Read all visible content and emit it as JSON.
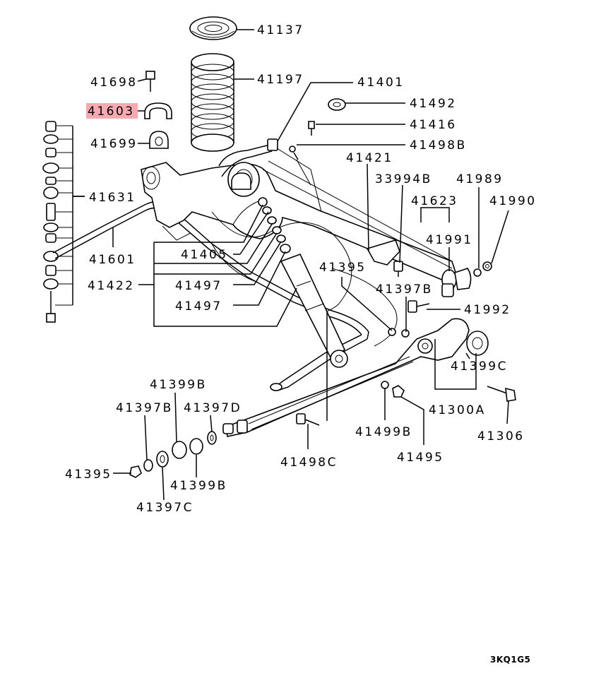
{
  "diagram": {
    "highlight_color": "#f4aab0",
    "highlighted_part": "41603",
    "code": "3KQ1G5",
    "parts": [
      {
        "id": "p41137",
        "label": "41137"
      },
      {
        "id": "p41197",
        "label": "41197"
      },
      {
        "id": "p41698",
        "label": "41698"
      },
      {
        "id": "p41603",
        "label": "41603"
      },
      {
        "id": "p41699",
        "label": "41699"
      },
      {
        "id": "p41631",
        "label": "41631"
      },
      {
        "id": "p41601",
        "label": "41601"
      },
      {
        "id": "p41401",
        "label": "41401"
      },
      {
        "id": "p41492",
        "label": "41492"
      },
      {
        "id": "p41416",
        "label": "41416"
      },
      {
        "id": "p41498B",
        "label": "41498B"
      },
      {
        "id": "p41421",
        "label": "41421"
      },
      {
        "id": "p33994B",
        "label": "33994B"
      },
      {
        "id": "p41989",
        "label": "41989"
      },
      {
        "id": "p41623",
        "label": "41623"
      },
      {
        "id": "p41990",
        "label": "41990"
      },
      {
        "id": "p41991",
        "label": "41991"
      },
      {
        "id": "p41405",
        "label": "41405"
      },
      {
        "id": "p41395a",
        "label": "41395"
      },
      {
        "id": "p41422",
        "label": "41422"
      },
      {
        "id": "p41497a",
        "label": "41497"
      },
      {
        "id": "p41397Ba",
        "label": "41397B"
      },
      {
        "id": "p41497b",
        "label": "41497"
      },
      {
        "id": "p41992",
        "label": "41992"
      },
      {
        "id": "p41399C",
        "label": "41399C"
      },
      {
        "id": "p41399Ba",
        "label": "41399B"
      },
      {
        "id": "p41397Bb",
        "label": "41397B"
      },
      {
        "id": "p41397D",
        "label": "41397D"
      },
      {
        "id": "p41300A",
        "label": "41300A"
      },
      {
        "id": "p41306",
        "label": "41306"
      },
      {
        "id": "p41499B",
        "label": "41499B"
      },
      {
        "id": "p41395b",
        "label": "41395"
      },
      {
        "id": "p41498C",
        "label": "41498C"
      },
      {
        "id": "p41495",
        "label": "41495"
      },
      {
        "id": "p41399Bb",
        "label": "41399B"
      },
      {
        "id": "p41397C",
        "label": "41397C"
      }
    ]
  }
}
